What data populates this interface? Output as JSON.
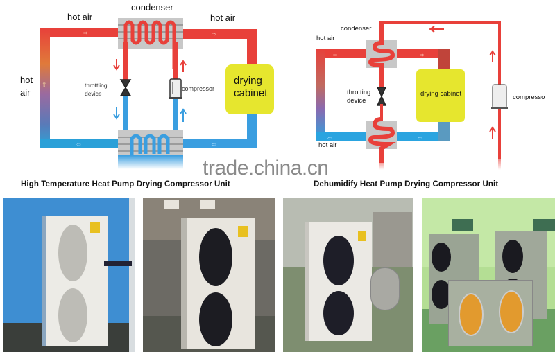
{
  "diagram_left": {
    "title": "High Temperature Heat Pump Drying Compressor Unit",
    "labels": {
      "condenser": "condenser",
      "hot_air_top_left": "hot air",
      "hot_air_top_right": "hot air",
      "hot_air_side_1": "hot",
      "hot_air_side_2": "air",
      "throttling_1": "throttling",
      "throttling_2": "device",
      "compressor": "compressor",
      "drying_cabinet_1": "drying",
      "drying_cabinet_2": "cabinet"
    },
    "colors": {
      "hot": "#e8403a",
      "cold": "#3a9ee0",
      "cabinet": "#e6e62e",
      "coil_box": "#c8c8c8"
    }
  },
  "diagram_right": {
    "title": "Dehumidify Heat Pump Drying Compressor Unit",
    "labels": {
      "condenser": "condenser",
      "hot_air_top": "hot air",
      "hot_air_bottom": "hot air",
      "throttling_1": "throtting",
      "throttling_2": "device",
      "drying_cabinet": "drying cabinet",
      "compressor": "compresso"
    }
  },
  "watermark": "trade.china.cn",
  "photos": [
    {
      "name": "unit-photo-blue-wall",
      "background": "#3f8fd0"
    },
    {
      "name": "unit-photo-factory",
      "background": "#6e6e68"
    },
    {
      "name": "unit-photo-green-floor",
      "background": "#8c9a7e"
    },
    {
      "name": "unit-photo-green-room",
      "background": "#a8d48a"
    }
  ]
}
